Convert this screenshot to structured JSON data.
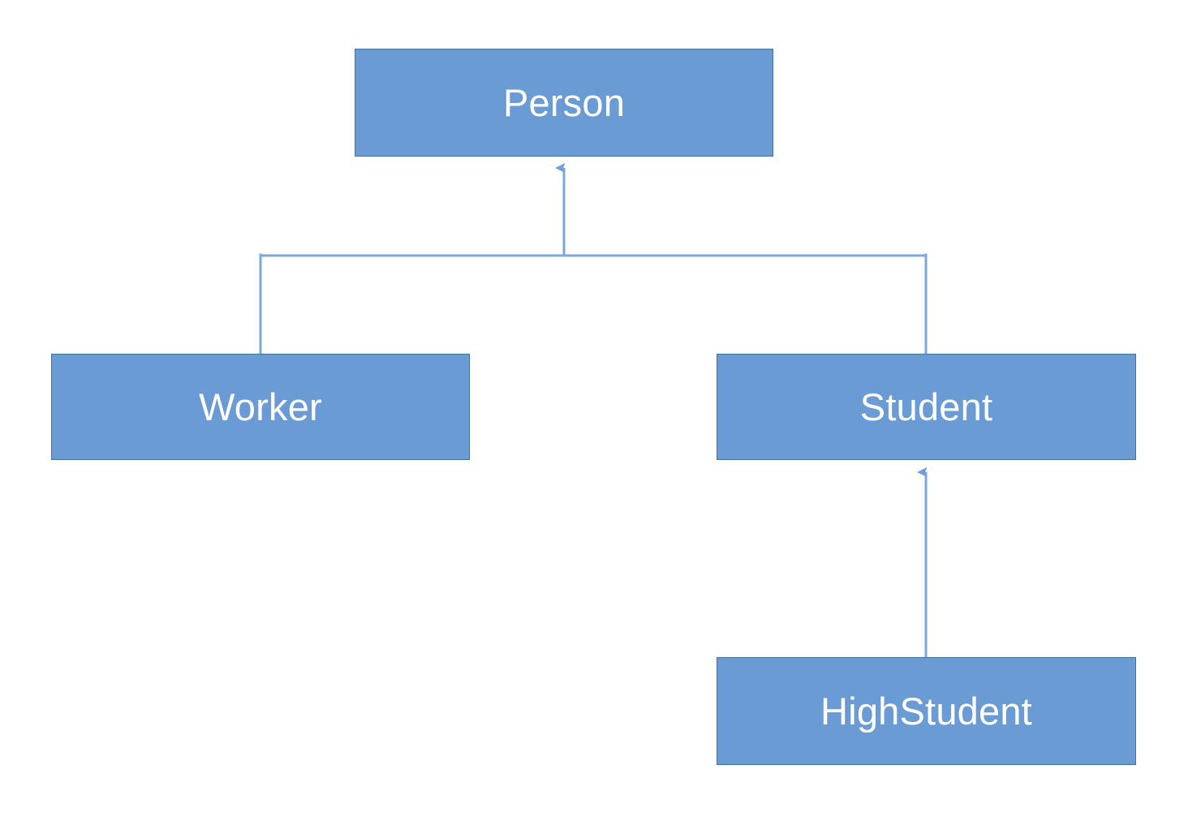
{
  "diagram": {
    "type": "class-inheritance-hierarchy",
    "background_color": "#FFFFFF",
    "node_fill_color": "#6A9BD4",
    "node_border_color": "#41719C",
    "node_text_color": "#FFFFFF",
    "edge_color": "#7BA7DC",
    "nodes": [
      {
        "id": "person",
        "label": "Person"
      },
      {
        "id": "worker",
        "label": "Worker"
      },
      {
        "id": "student",
        "label": "Student"
      },
      {
        "id": "highstudent",
        "label": "HighStudent"
      }
    ],
    "edges": [
      {
        "from": "worker",
        "to": "person",
        "kind": "generalization"
      },
      {
        "from": "student",
        "to": "person",
        "kind": "generalization"
      },
      {
        "from": "highstudent",
        "to": "student",
        "kind": "generalization"
      }
    ]
  }
}
